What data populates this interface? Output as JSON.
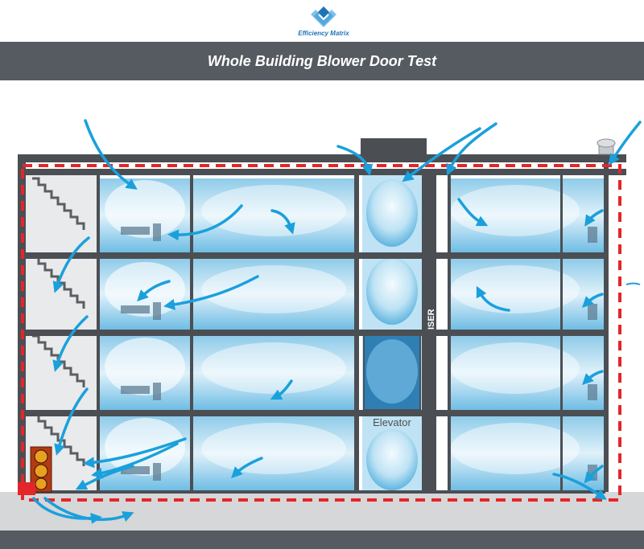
{
  "logo": {
    "text": "Efficiency Matrix"
  },
  "title": "Whole Building Blower Door Test",
  "labels": {
    "riser": "RISER",
    "elevator": "Elevator"
  },
  "colors": {
    "bar": "#555b60",
    "air": "#1aa0dc",
    "boundary": "#e3262a",
    "room": "#bfe3f4",
    "structure": "#4b4f54"
  }
}
